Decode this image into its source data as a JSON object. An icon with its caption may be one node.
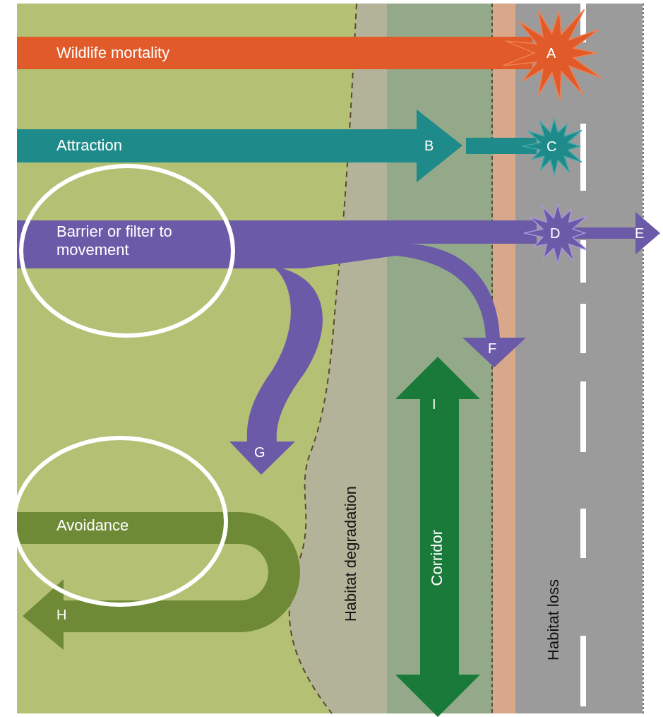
{
  "diagram": {
    "labels": [
      "Wildlife mortality",
      "A",
      "Attraction",
      "B",
      "C",
      "Barrier or filter to movement",
      "D",
      "E",
      "F",
      "G",
      "Avoidance",
      "H",
      "I",
      "Habitat degradation",
      "Corridor",
      "Habitat loss"
    ]
  }
}
